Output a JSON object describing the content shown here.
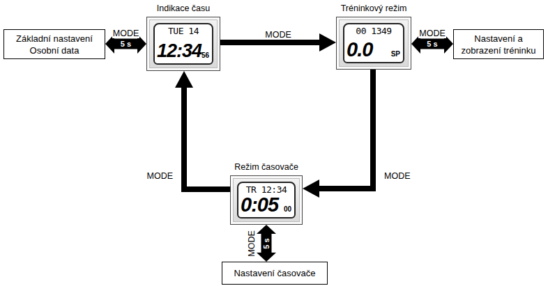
{
  "diagram": {
    "nodes": [
      {
        "text": [
          "Základní nastavení Osobní data"
        ]
      },
      {
        "text": [
          "Indikace času",
          "TUE 14",
          "12:34",
          "56"
        ]
      },
      {
        "text": [
          "Tréninkový režim",
          "00 1349",
          "0.0",
          "SP"
        ]
      },
      {
        "text": [
          "Nastavení a zobrazení tréninku"
        ]
      },
      {
        "text": [
          "Režim časovače",
          "TR 12:34",
          "0:05",
          "00"
        ]
      },
      {
        "text": [
          "Nastavení časovače"
        ]
      }
    ],
    "edges": [
      {
        "from": 0,
        "to": 1,
        "label": "MODE",
        "arrow": "both"
      },
      {
        "from": 1,
        "to": 2,
        "label": "MODE",
        "arrow": "to"
      },
      {
        "from": 2,
        "to": 3,
        "label": "MODE",
        "arrow": "both"
      },
      {
        "from": 2,
        "to": 4,
        "label": "MODE",
        "arrow": "to"
      },
      {
        "from": 4,
        "to": 1,
        "label": "MODE",
        "arrow": "to"
      },
      {
        "from": 4,
        "to": 5,
        "label": "MODE",
        "arrow": "both"
      }
    ],
    "labels": [
      "5 s",
      "5 s",
      "5 s"
    ]
  }
}
